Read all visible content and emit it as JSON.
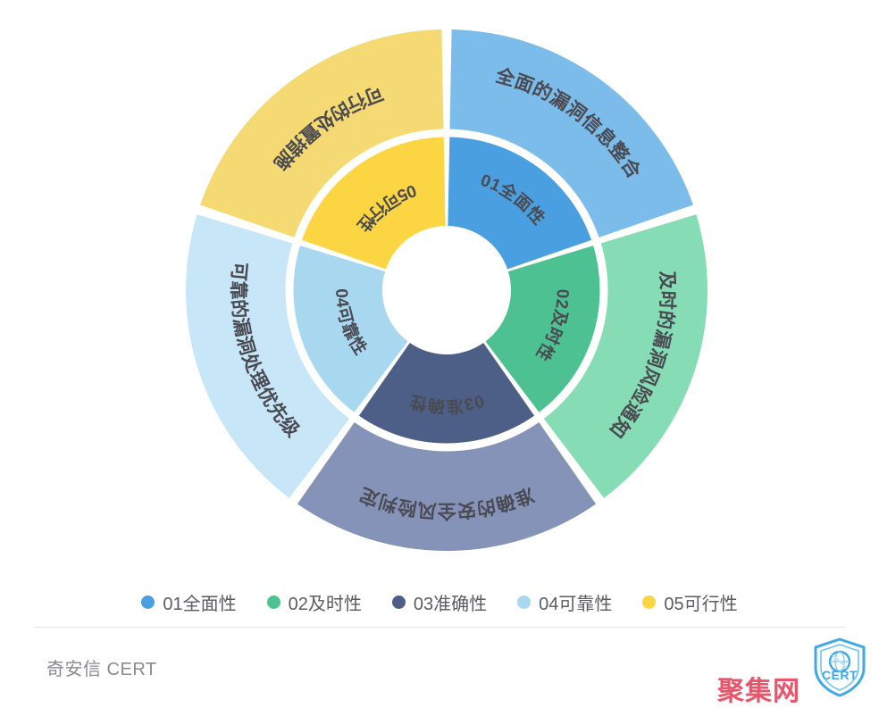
{
  "chart_data": {
    "type": "pie",
    "title": "",
    "subtitle": "",
    "xlabel": "",
    "ylabel": "",
    "legend_position": "bottom",
    "grid": false,
    "chart_style": "double-ring donut (sunburst), 5 equal segments of 72 degrees each",
    "categories": [
      "01全面性",
      "02及时性",
      "03准确性",
      "04可靠性",
      "05可行性"
    ],
    "values": [
      20,
      20,
      20,
      20,
      20
    ],
    "series": [
      {
        "name": "inner-ring",
        "labels": [
          "01全面性",
          "02及时性",
          "03准确性",
          "04可靠性",
          "05可行性"
        ],
        "values": [
          20,
          20,
          20,
          20,
          20
        ]
      },
      {
        "name": "outer-ring",
        "labels": [
          "全面的漏洞信息整合",
          "及时的漏洞风险通知",
          "准确的安全风险判定",
          "可靠的漏洞处理优先级",
          "可行的处置措施"
        ],
        "values": [
          20,
          20,
          20,
          20,
          20
        ]
      }
    ],
    "segments": [
      {
        "index": 1,
        "inner_label": "01全面性",
        "outer_label": "全面的漏洞信息整合",
        "inner_color": "#4a9fe0",
        "outer_color": "#7cbcea",
        "start_angle": 0,
        "end_angle": 72
      },
      {
        "index": 2,
        "inner_label": "02及时性",
        "outer_label": "及时的漏洞风险通知",
        "inner_color": "#4ec193",
        "outer_color": "#86dcb4",
        "start_angle": 72,
        "end_angle": 144
      },
      {
        "index": 3,
        "inner_label": "03准确性",
        "outer_label": "准确的安全风险判定",
        "inner_color": "#4e5f87",
        "outer_color": "#8693b8",
        "start_angle": 144,
        "end_angle": 216
      },
      {
        "index": 4,
        "inner_label": "04可靠性",
        "outer_label": "可靠的漏洞处理优先级",
        "inner_color": "#a8d8f0",
        "outer_color": "#c7e6f7",
        "start_angle": 216,
        "end_angle": 288
      },
      {
        "index": 5,
        "inner_label": "05可行性",
        "outer_label": "可行的处置措施",
        "inner_color": "#fcd642",
        "outer_color": "#f5d972",
        "start_angle": 288,
        "end_angle": 360
      }
    ]
  },
  "legend": {
    "items": [
      {
        "label": "01全面性",
        "color": "#4a9fe0"
      },
      {
        "label": "02及时性",
        "color": "#4ec193"
      },
      {
        "label": "03准确性",
        "color": "#4e5f87"
      },
      {
        "label": "04可靠性",
        "color": "#a8d8f0"
      },
      {
        "label": "05可行性",
        "color": "#fcd642"
      }
    ]
  },
  "footer": {
    "source": "奇安信 CERT",
    "watermark": "聚集网",
    "logo_text": "CERT",
    "logo_name": "cert-shield-logo"
  }
}
